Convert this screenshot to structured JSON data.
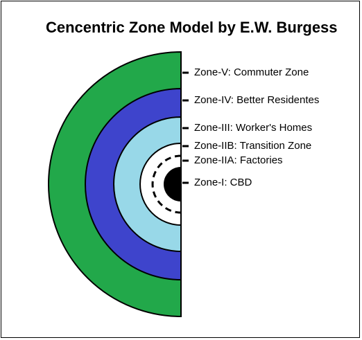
{
  "title": "Cencentric Zone Model by E.W. Burgess",
  "colors": {
    "zone_v": "#22a84a",
    "zone_iv": "#3e44cc",
    "zone_iii": "#98d8e8",
    "zone_iia": "#ffffff",
    "zone_i": "#000000",
    "outline": "#000000"
  },
  "zones": [
    {
      "id": "zone-v",
      "label": "Zone-V: Commuter Zone"
    },
    {
      "id": "zone-iv",
      "label": "Zone-IV: Better Residentes"
    },
    {
      "id": "zone-iii",
      "label": "Zone-III: Worker's Homes"
    },
    {
      "id": "zone-iib",
      "label": "Zone-IIB: Transition Zone"
    },
    {
      "id": "zone-iia",
      "label": "Zone-IIA: Factories"
    },
    {
      "id": "zone-i",
      "label": "Zone-I: CBD"
    }
  ]
}
